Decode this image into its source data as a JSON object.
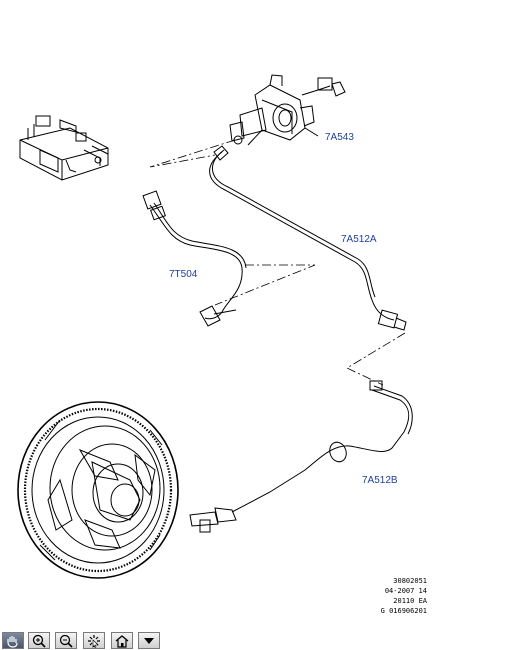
{
  "callouts": [
    {
      "id": "clutch-master-cylinder",
      "label": "7A543"
    },
    {
      "id": "clutch-hydraulic-line-upper",
      "label": "7A512A"
    },
    {
      "id": "harness",
      "label": "7T504"
    },
    {
      "id": "clutch-hydraulic-line-lower",
      "label": "7A512B"
    }
  ],
  "reference": {
    "line1": "30802051",
    "line2": "04-2007 14",
    "line3": "20110 EA",
    "line4": "G 016906201"
  },
  "toolbar": {
    "buttons": [
      {
        "name": "pan-tool",
        "icon": "hand-icon"
      },
      {
        "name": "zoom-in",
        "icon": "zoom-in-icon"
      },
      {
        "name": "zoom-out",
        "icon": "zoom-out-icon"
      },
      {
        "name": "hotspot",
        "icon": "hotspot-icon"
      },
      {
        "name": "home",
        "icon": "home-icon"
      },
      {
        "name": "menu",
        "icon": "dropdown-icon"
      }
    ]
  },
  "colors": {
    "callout": "#1f3f9e",
    "line": "#000000"
  }
}
